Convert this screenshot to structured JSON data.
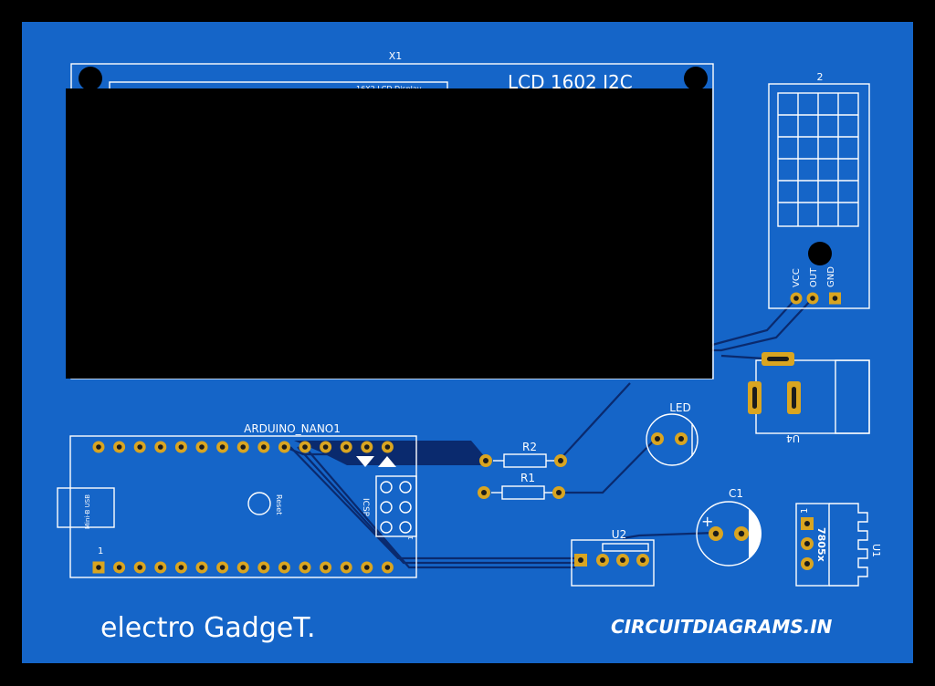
{
  "colors": {
    "board": "#1565c8",
    "background": "#000000",
    "copper_pad": "#d9a521",
    "trace": "#0a2a6e",
    "silkscreen": "#ffffff",
    "lcd_panel": "#000000"
  },
  "lcd": {
    "designator": "X1",
    "label": "LCD  1602  I2C",
    "hidden_label": "16X2 LCD Display"
  },
  "sensor": {
    "designator": "2",
    "pins": [
      "VCC",
      "OUT",
      "GND"
    ]
  },
  "regulator": {
    "designator": "U4"
  },
  "arduino": {
    "label": "ARDUINO_NANO1",
    "usb_label": "Mini-B USB",
    "reset_label": "Reset",
    "icsp_label": "ICSP",
    "pin1_label": "1",
    "icsp_pin_label": "1"
  },
  "resistors": [
    {
      "designator": "R2"
    },
    {
      "designator": "R1"
    }
  ],
  "led": {
    "designator": "LED"
  },
  "capacitor": {
    "designator": "C1",
    "polarity": "+"
  },
  "u2": {
    "designator": "U2"
  },
  "u1": {
    "designator": "U1",
    "part": "7805x",
    "pin1": "1"
  },
  "branding": {
    "left": "electro GadgeT.",
    "right": "CIRCUITDIAGRAMS.IN"
  }
}
